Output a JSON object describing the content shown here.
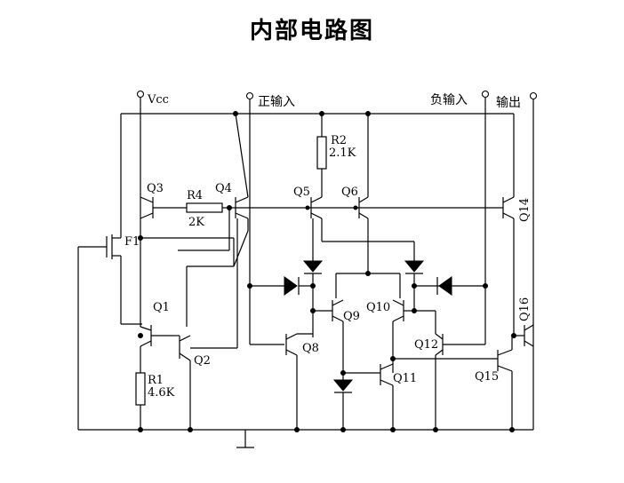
{
  "title": "内部电路图",
  "terminals": {
    "vcc": "Vcc",
    "pos_in": "正输入",
    "neg_in": "负输入",
    "out": "输出"
  },
  "transistors": {
    "q1": "Q1",
    "q2": "Q2",
    "q3": "Q3",
    "q4": "Q4",
    "q5": "Q5",
    "q6": "Q6",
    "q8": "Q8",
    "q9": "Q9",
    "q10": "Q10",
    "q11": "Q11",
    "q12": "Q12",
    "q14": "Q14",
    "q15": "Q15",
    "q16": "Q16",
    "f1": "F1"
  },
  "resistors": {
    "r1": {
      "name": "R1",
      "value": "4.6K"
    },
    "r2": {
      "name": "R2",
      "value": "2.1K"
    },
    "r4": {
      "name": "R4",
      "value": "2K"
    }
  }
}
